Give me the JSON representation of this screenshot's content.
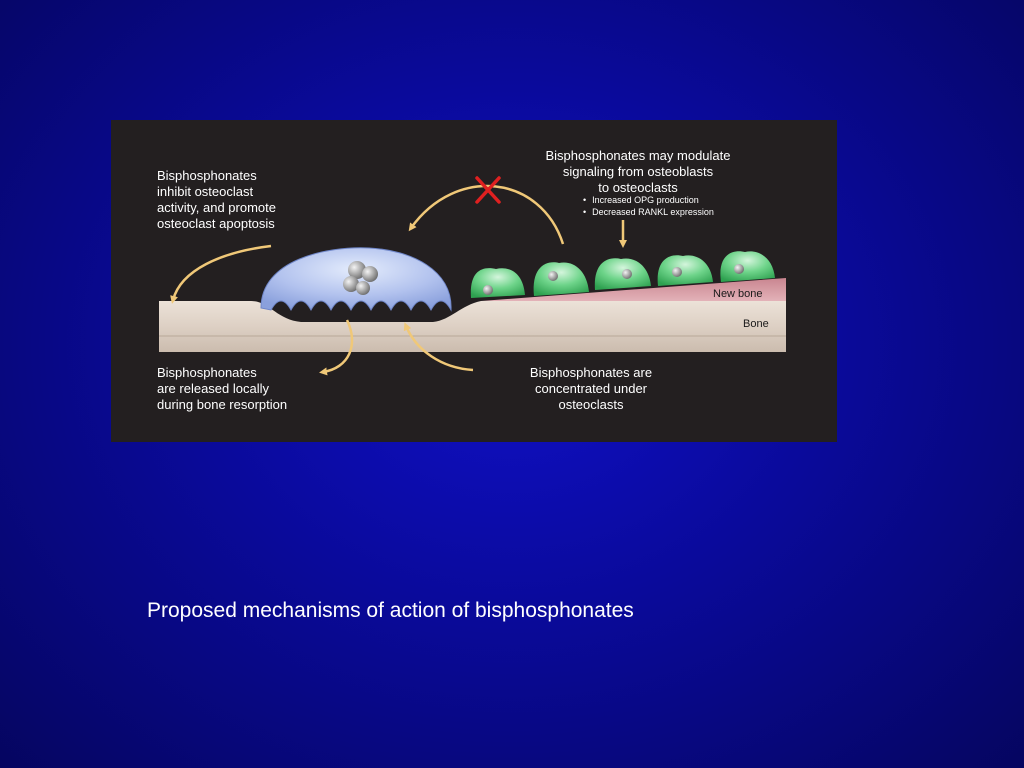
{
  "figure": {
    "label_inhibit": [
      "Bisphosphonates",
      "inhibit osteoclast",
      "activity, and promote",
      "osteoclast apoptosis"
    ],
    "label_modulate": [
      "Bisphosphonates may modulate",
      "signaling from osteoblasts",
      "to osteoclasts"
    ],
    "modulate_bullets": [
      "Increased OPG production",
      "Decreased RANKL expression"
    ],
    "label_released": [
      "Bisphosphonates",
      "are released locally",
      "during bone resorption"
    ],
    "label_concentrated": [
      "Bisphosphonates are",
      "concentrated under",
      "osteoclasts"
    ],
    "layer_new_bone": "New bone",
    "layer_bone": "Bone",
    "colors": {
      "panel_bg": "#231f20",
      "bone": "#ddd0c4",
      "new_bone": "#d59aa2",
      "osteoclast": "#a8b8e8",
      "osteoblast": "#4ec46e",
      "arrow": "#f0c878",
      "blocked_mark": "#e02020"
    }
  },
  "caption": "Proposed mechanisms of action of bisphosphonates"
}
